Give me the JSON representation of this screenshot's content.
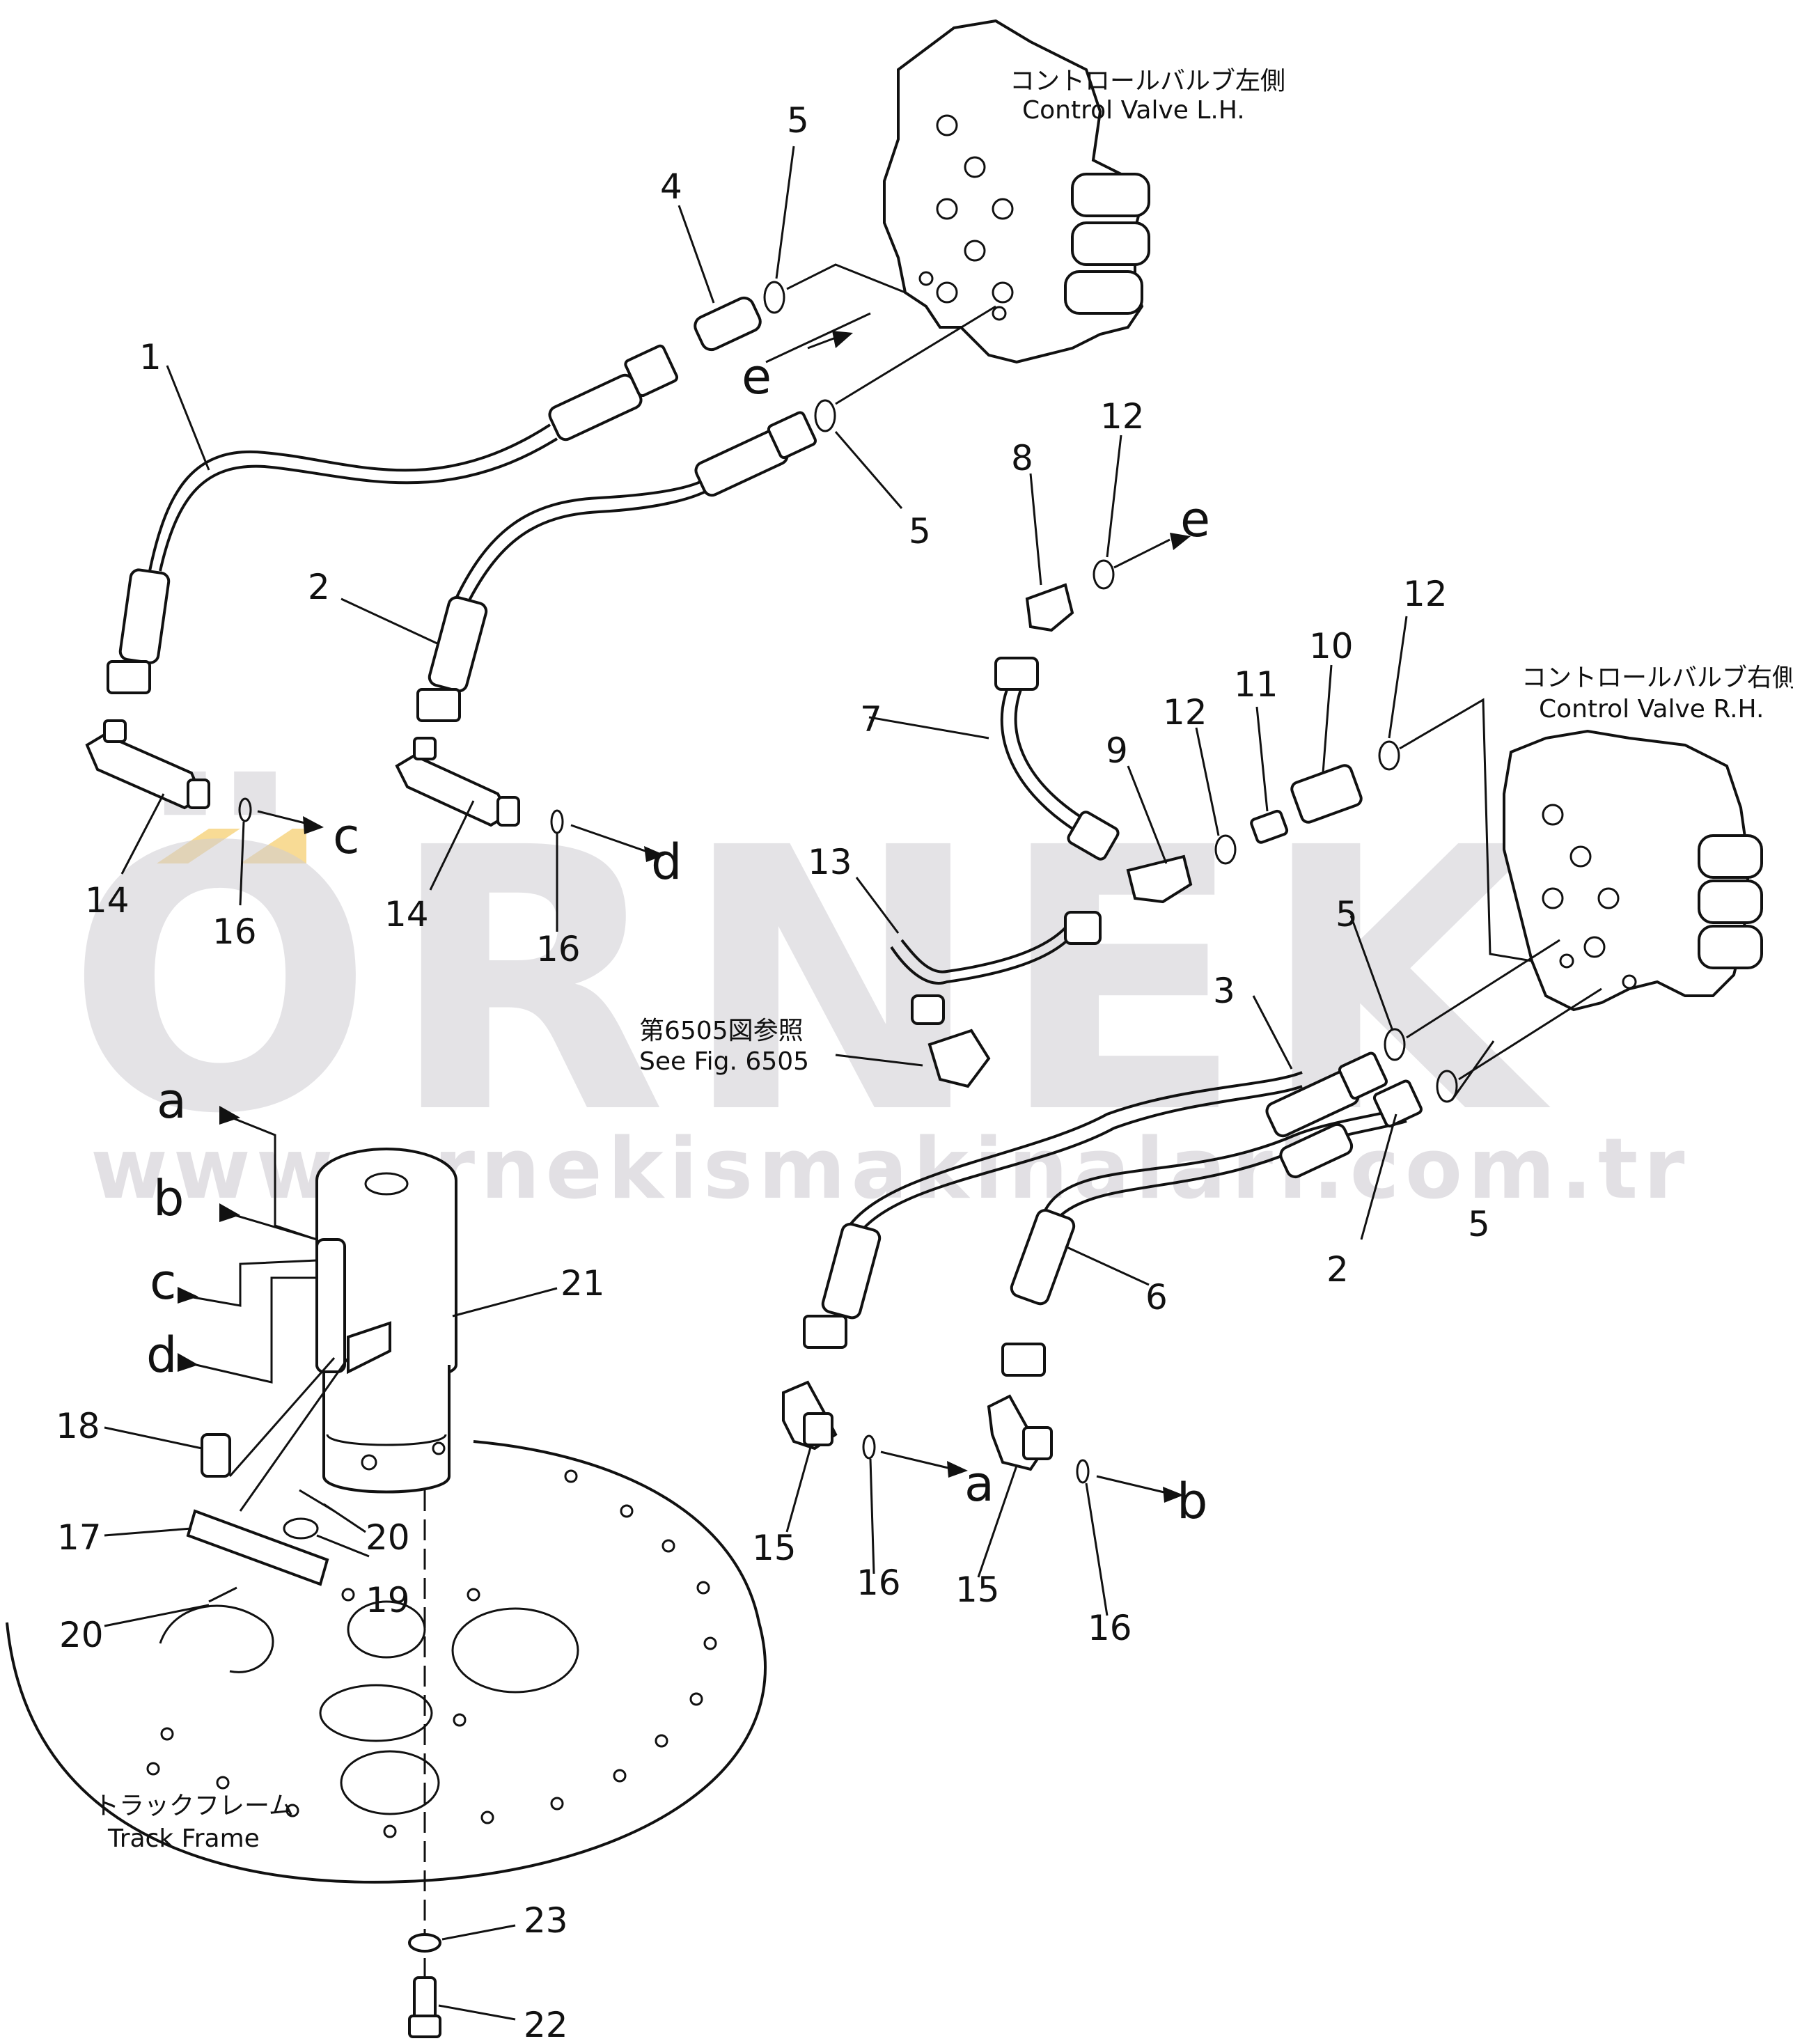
{
  "labels": {
    "control_valve_lh_jp": "コントロールバルブ左側",
    "control_valve_lh_en": "Control Valve L.H.",
    "control_valve_rh_jp": "コントロールバルブ右側",
    "control_valve_rh_en": "Control Valve R.H.",
    "see_fig_jp": "第6505図参照",
    "see_fig_en": "See Fig. 6505",
    "track_frame_jp": "トラックフレーム",
    "track_frame_en": "Track Frame"
  },
  "callouts": {
    "n1": "1",
    "n2a": "2",
    "n2b": "2",
    "n3": "3",
    "n4": "4",
    "n5a": "5",
    "n5b": "5",
    "n5c": "5",
    "n5d": "5",
    "n6": "6",
    "n7": "7",
    "n8": "8",
    "n9": "9",
    "n10": "10",
    "n11": "11",
    "n12a": "12",
    "n12b": "12",
    "n12c": "12",
    "n13": "13",
    "n14a": "14",
    "n14b": "14",
    "n15a": "15",
    "n15b": "15",
    "n16a": "16",
    "n16b": "16",
    "n16c": "16",
    "n16d": "16",
    "n17": "17",
    "n18": "18",
    "n19": "19",
    "n20a": "20",
    "n20b": "20",
    "n21": "21",
    "n22": "22",
    "n23": "23"
  },
  "connection_letters": {
    "e1": "e",
    "e2": "e",
    "c1": "c",
    "c2": "c",
    "d1": "d",
    "d2": "d",
    "a1": "a",
    "a2": "a",
    "b1": "b",
    "b2": "b"
  },
  "watermark": {
    "brand": "ÖRNEK",
    "url": "www.ornekismakinalari.com.tr",
    "accent_color": "#f6d27a",
    "gray_color": "#cfcdd3"
  }
}
